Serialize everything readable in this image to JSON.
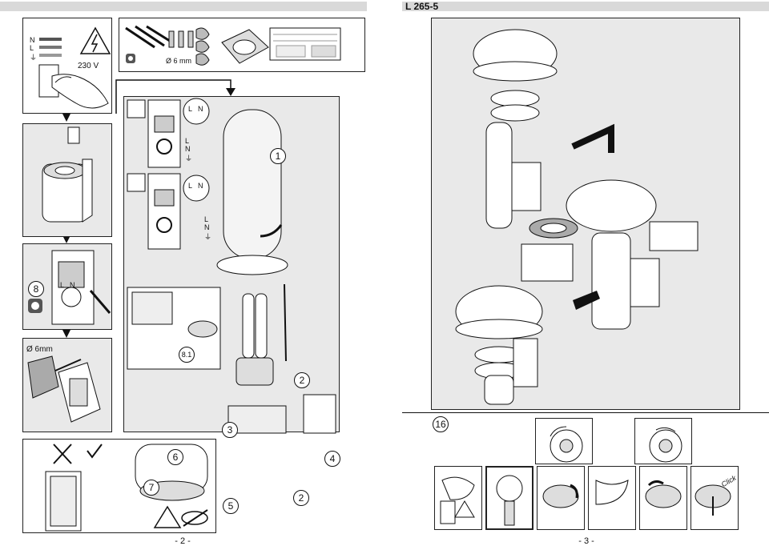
{
  "left_page": {
    "page_number": "- 2 -",
    "voltage_label": "230 V",
    "wiring_labels": [
      "N",
      "L",
      "⏚"
    ],
    "drill_size_top": "Ø 6 mm",
    "drill_size_side": "Ø 6mm",
    "terminal_labels": [
      "L",
      "N"
    ],
    "wire_labels_1": [
      "L",
      "N",
      "⏚"
    ],
    "wire_labels_2": [
      "L",
      "N",
      "⏚"
    ],
    "steps": {
      "s1": "1",
      "s2a": "2",
      "s2b": "2",
      "s3": "3",
      "s4": "4",
      "s5": "5",
      "s6": "6",
      "s7": "7",
      "s8": "8",
      "s8_1": "8.1"
    }
  },
  "right_page": {
    "title": "L 265-5",
    "page_number": "- 3 -",
    "step_16": "16",
    "click_label": "Click"
  }
}
